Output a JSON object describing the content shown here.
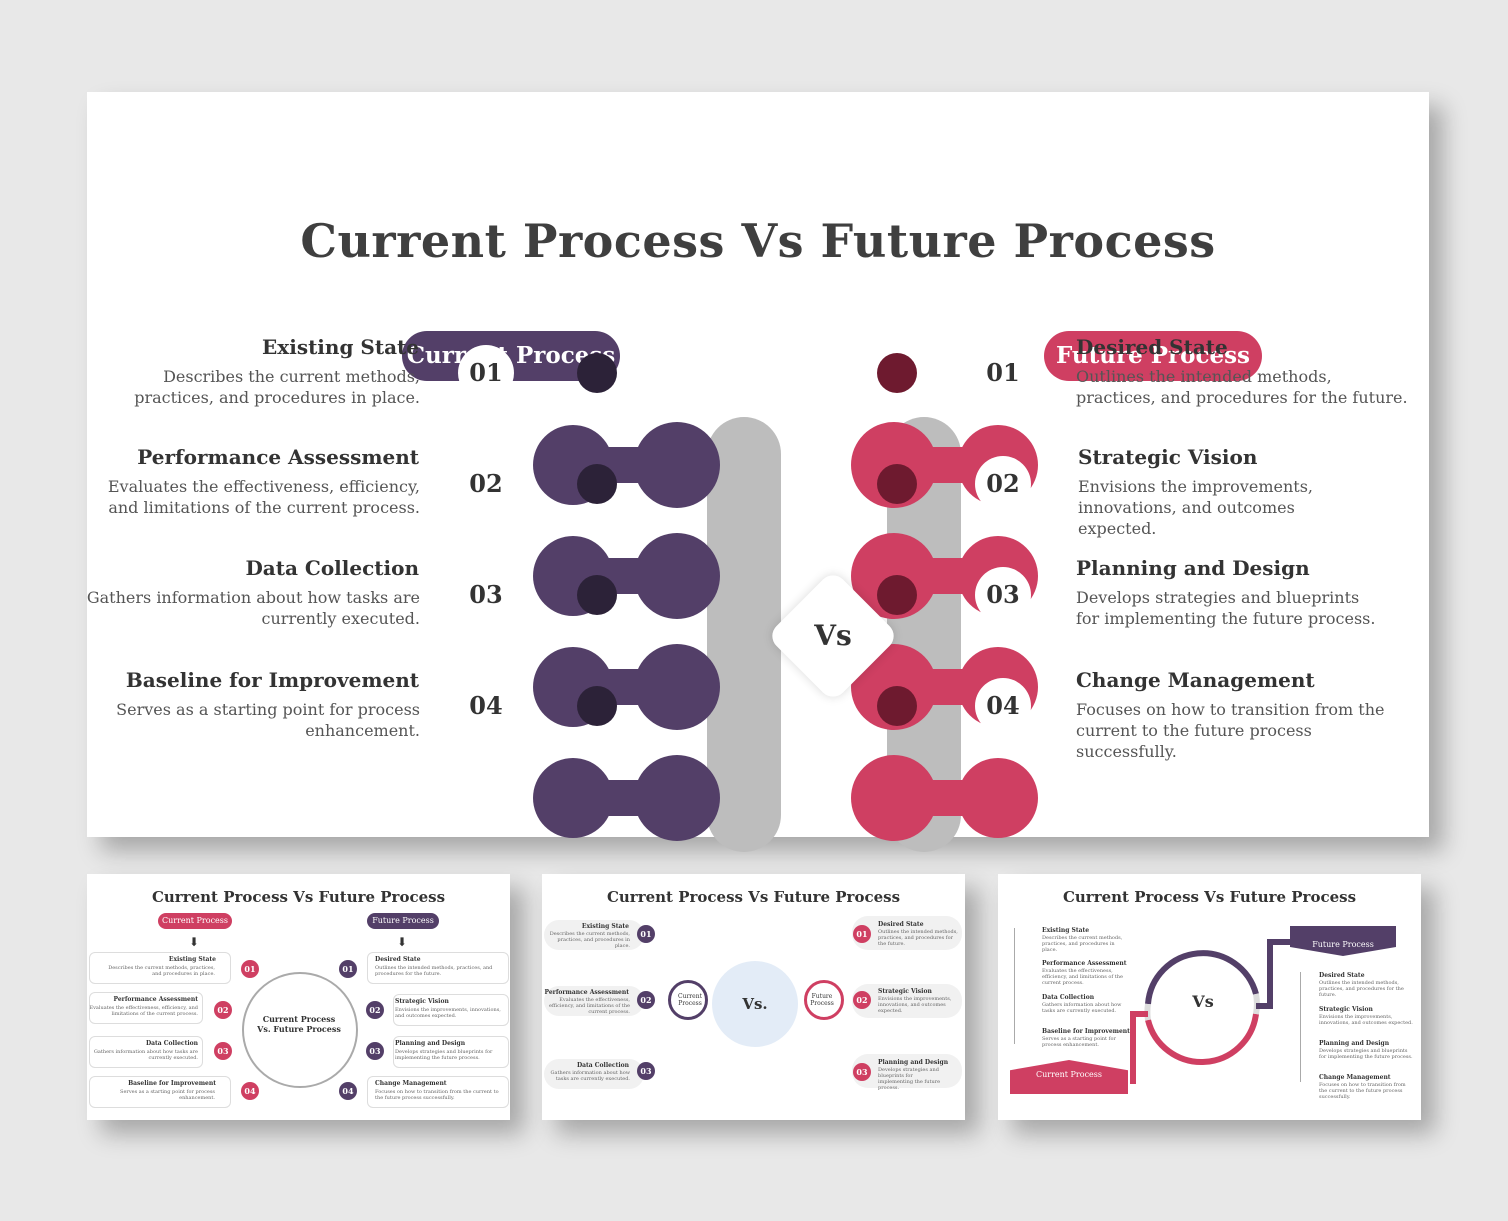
{
  "main": {
    "title": "Current Process Vs Future Process",
    "current_label": "Current Process",
    "future_label": "Future Process",
    "vs": "Vs",
    "current_items": [
      {
        "num": "01",
        "title": "Existing State",
        "desc": "Describes the current methods, practices, and procedures in place."
      },
      {
        "num": "02",
        "title": "Performance Assessment",
        "desc": "Evaluates the effectiveness, efficiency, and limitations of the current process."
      },
      {
        "num": "03",
        "title": "Data Collection",
        "desc": "Gathers information about how tasks are currently executed."
      },
      {
        "num": "04",
        "title": "Baseline for Improvement",
        "desc": "Serves as a starting point for process enhancement."
      }
    ],
    "future_items": [
      {
        "num": "01",
        "title": "Desired State",
        "desc": "Outlines the intended methods, practices, and procedures for the future."
      },
      {
        "num": "02",
        "title": "Strategic Vision",
        "desc": "Envisions the improvements, innovations, and outcomes expected."
      },
      {
        "num": "03",
        "title": "Planning and Design",
        "desc": "Develops strategies and blueprints for implementing the future process."
      },
      {
        "num": "04",
        "title": "Change Management",
        "desc": "Focuses on how to transition from the current to the future process successfully."
      }
    ],
    "colors": {
      "purple": "#533f68",
      "red": "#cf3f62"
    }
  },
  "thumb1": {
    "title": "Current Process Vs Future Process",
    "current_label": "Current Process",
    "future_label": "Future Process",
    "center": "Current Process Vs. Future Process",
    "left": [
      {
        "num": "01",
        "title": "Existing State",
        "desc": "Describes the current methods, practices, and procedures in place."
      },
      {
        "num": "02",
        "title": "Performance Assessment",
        "desc": "Evaluates the effectiveness, efficiency, and limitations of the current process."
      },
      {
        "num": "03",
        "title": "Data Collection",
        "desc": "Gathers information about how tasks are currently executed."
      },
      {
        "num": "04",
        "title": "Baseline for Improvement",
        "desc": "Serves as a starting point for process enhancement."
      }
    ],
    "right": [
      {
        "num": "01",
        "title": "Desired State",
        "desc": "Outlines the intended methods, practices, and procedures for the future."
      },
      {
        "num": "02",
        "title": "Strategic Vision",
        "desc": "Envisions the improvements, innovations, and outcomes expected."
      },
      {
        "num": "03",
        "title": "Planning and Design",
        "desc": "Develops strategies and blueprints for implementing the future process."
      },
      {
        "num": "04",
        "title": "Change Management",
        "desc": "Focuses on how to transition from the current to the future process successfully."
      }
    ]
  },
  "thumb2": {
    "title": "Current Process Vs Future Process",
    "vs": "Vs.",
    "current_label": "Current Process",
    "future_label": "Future Process",
    "left": [
      {
        "num": "01",
        "title": "Existing State",
        "desc": "Describes the current methods, practices, and procedures in place."
      },
      {
        "num": "02",
        "title": "Performance Assessment",
        "desc": "Evaluates the effectiveness, efficiency, and limitations of the current process."
      },
      {
        "num": "03",
        "title": "Data Collection",
        "desc": "Gathers information about how tasks are currently executed."
      }
    ],
    "right": [
      {
        "num": "01",
        "title": "Desired State",
        "desc": "Outlines the intended methods, practices, and procedures for the future."
      },
      {
        "num": "02",
        "title": "Strategic Vision",
        "desc": "Envisions the improvements, innovations, and outcomes expected."
      },
      {
        "num": "03",
        "title": "Planning and Design",
        "desc": "Develops strategies and blueprints for implementing the future process."
      }
    ]
  },
  "thumb3": {
    "title": "Current Process Vs Future Process",
    "vs": "Vs",
    "current_label": "Current Process",
    "future_label": "Future Process",
    "left": [
      {
        "title": "Existing State",
        "desc": "Describes the current methods, practices, and procedures in place."
      },
      {
        "title": "Performance Assessment",
        "desc": "Evaluates the effectiveness, efficiency, and limitations of the current process."
      },
      {
        "title": "Data Collection",
        "desc": "Gathers information about how tasks are currently executed."
      },
      {
        "title": "Baseline for Improvement",
        "desc": "Serves as a starting point for process enhancement."
      }
    ],
    "right": [
      {
        "title": "Desired State",
        "desc": "Outlines the intended methods, practices, and procedures for the future."
      },
      {
        "title": "Strategic Vision",
        "desc": "Envisions the improvements, innovations, and outcomes expected."
      },
      {
        "title": "Planning and Design",
        "desc": "Develops strategies and blueprints for implementing the future process."
      },
      {
        "title": "Change Management",
        "desc": "Focuses on how to transition from the current to the future process successfully."
      }
    ]
  }
}
